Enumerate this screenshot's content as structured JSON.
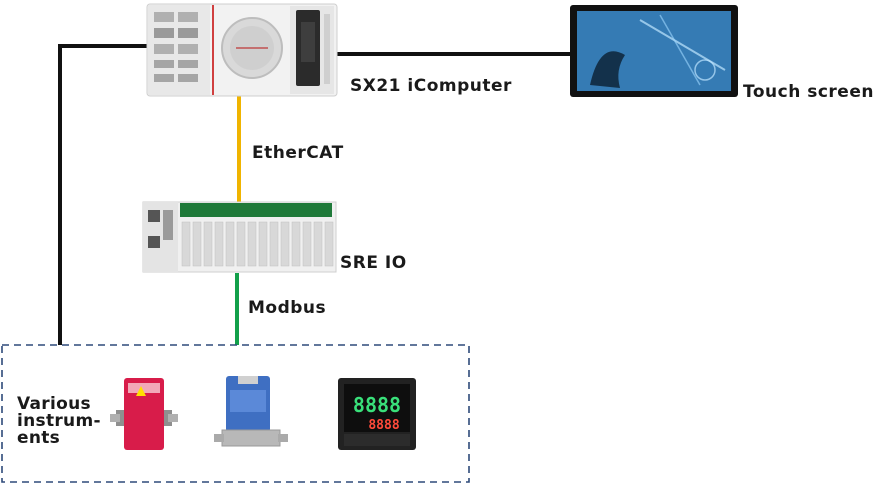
{
  "nodes": {
    "computer": {
      "label": "SX21 iComputer"
    },
    "touch_screen": {
      "label": "Touch screen"
    },
    "io": {
      "label": "SRE IO"
    },
    "instruments": {
      "label_lines": [
        "Various",
        "instrum-",
        "ents"
      ]
    }
  },
  "links": {
    "ethercat": {
      "label": "EtherCAT",
      "color": "#f0b400"
    },
    "modbus": {
      "label": "Modbus",
      "color": "#12a04a"
    },
    "display": {
      "color": "#111111"
    },
    "direct": {
      "color": "#111111"
    }
  },
  "instrument_group": {
    "border_color": "#2e4a7a"
  },
  "controller_display": {
    "digits_top": "8888",
    "digits_bottom": "8888"
  }
}
